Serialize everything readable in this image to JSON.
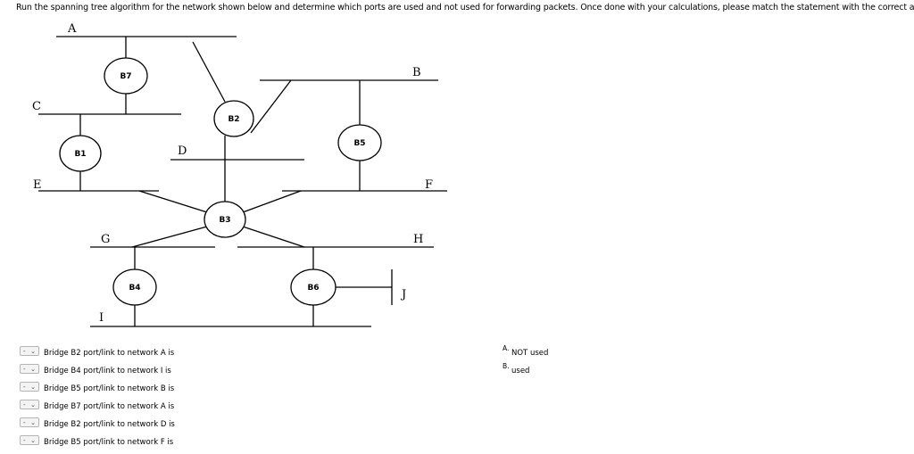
{
  "question": "Run the spanning tree algorithm for the network shown below and determine which ports are used and not used for forwarding packets. Once done with your calculations, please match the statement with the correct answer.",
  "networks": {
    "A": "A",
    "B": "B",
    "C": "C",
    "D": "D",
    "E": "E",
    "F": "F",
    "G": "G",
    "H": "H",
    "I": "I",
    "J": "J"
  },
  "bridges": {
    "B1": "B1",
    "B2": "B2",
    "B3": "B3",
    "B4": "B4",
    "B5": "B5",
    "B6": "B6",
    "B7": "B7"
  },
  "statements": [
    {
      "select": "-",
      "text": "Bridge B2 port/link to network A is"
    },
    {
      "select": "-",
      "text": "Bridge B4 port/link to network I is"
    },
    {
      "select": "-",
      "text": "Bridge B5 port/link to network B is"
    },
    {
      "select": "-",
      "text": "Bridge B7 port/link to network A is"
    },
    {
      "select": "-",
      "text": "Bridge B2 port/link to network D is"
    },
    {
      "select": "-",
      "text": "Bridge B5 port/link to network F is"
    }
  ],
  "answers": [
    {
      "letter": "A.",
      "text": "NOT used"
    },
    {
      "letter": "B.",
      "text": "used"
    }
  ],
  "icons": {
    "dropdown": "chevron-down-icon"
  }
}
